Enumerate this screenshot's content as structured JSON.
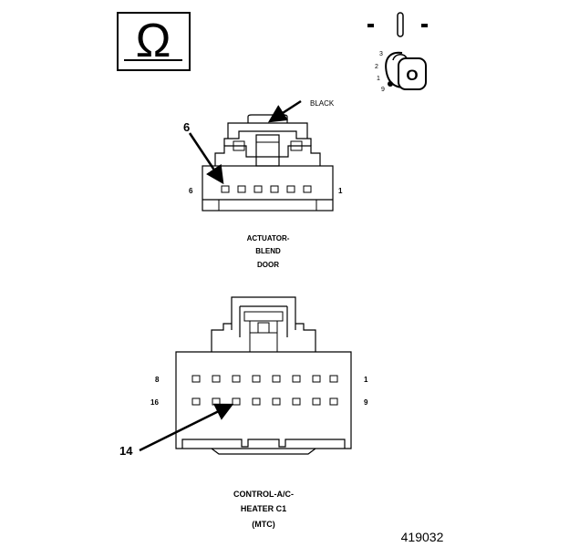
{
  "ohmmeter_symbol": "Ω",
  "ignition": {
    "key_label": "O",
    "positions": [
      "3",
      "2",
      "1",
      "9"
    ]
  },
  "connector_1": {
    "wire_color_callout": "BLACK",
    "pin_callout": "6",
    "end_pin_left": "6",
    "end_pin_right": "1",
    "name_lines": [
      "ACTUATOR-",
      "BLEND",
      "DOOR"
    ]
  },
  "connector_2": {
    "row1_left": "8",
    "row1_right": "1",
    "row2_left": "16",
    "row2_right": "9",
    "pin_callout": "14",
    "name_lines": [
      "CONTROL-A/C-",
      "HEATER C1",
      "(MTC)"
    ]
  },
  "figure_number": "419032"
}
